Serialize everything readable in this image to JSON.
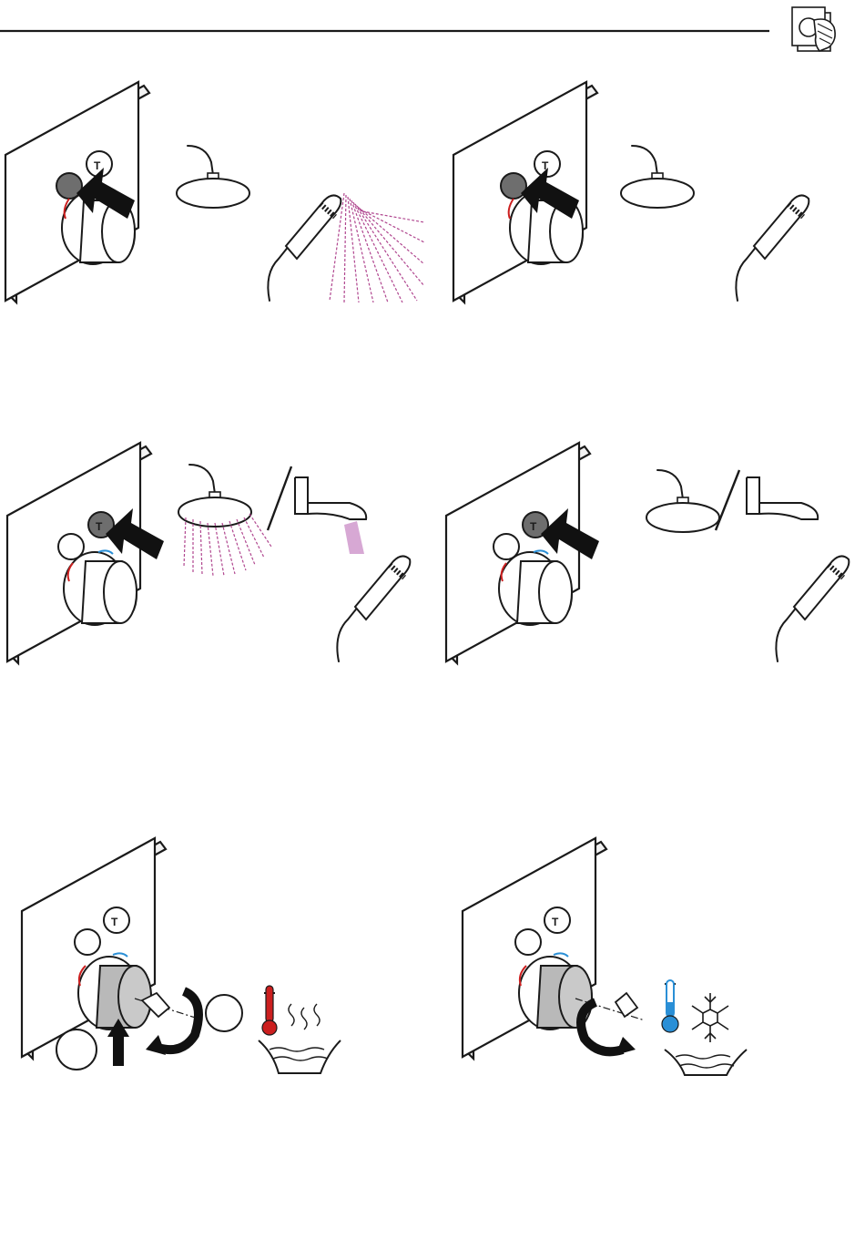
{
  "page": {
    "header_icon": "hand-turning-thermostat-icon"
  },
  "steps": [
    {
      "id": "handshower-on",
      "active_button": "handshower",
      "outlet": "handshower-spray",
      "spray_color": "#b0468f"
    },
    {
      "id": "handshower-off",
      "active_button": "handshower",
      "outlet": "none"
    },
    {
      "id": "overhead-or-spout-on",
      "active_button": "overhead",
      "outlet": "overhead-and-spout-spray",
      "spray_color": "#b0468f"
    },
    {
      "id": "overhead-or-spout-off",
      "active_button": "overhead",
      "outlet": "none"
    },
    {
      "id": "temperature-hot",
      "action": "push-and-turn",
      "indicator": "thermometer-hot",
      "indicator_color": "#cc1f1f"
    },
    {
      "id": "temperature-cold",
      "action": "turn",
      "indicator": "thermometer-cold",
      "indicator_color": "#2a8fd6"
    }
  ],
  "colors": {
    "hot": "#cc1f1f",
    "cold": "#2a8fd6",
    "spray": "#b0468f",
    "button_pressed": "#6e6e6e"
  }
}
